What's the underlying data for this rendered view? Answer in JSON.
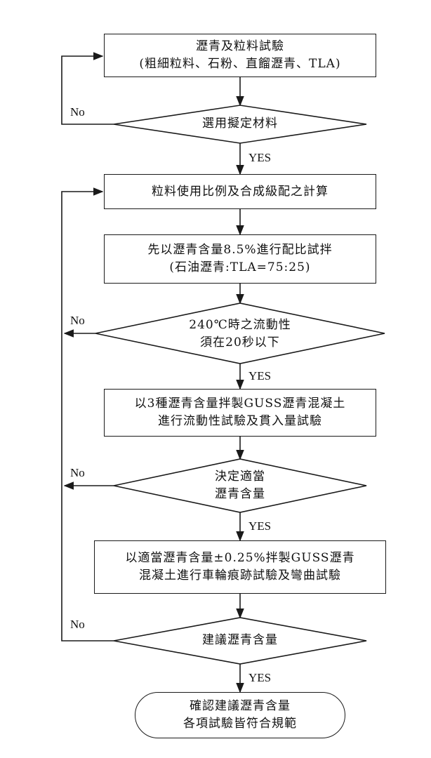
{
  "steps": {
    "test_materials": {
      "line1": "瀝青及粒料試驗",
      "line2": "(粗細粒料、石粉、直餾瀝青、TLA)"
    },
    "select_materials": {
      "line1": "選用擬定材料"
    },
    "aggregate_calc": {
      "line1": "粒料使用比例及合成級配之計算"
    },
    "trial_mix": {
      "line1": "先以瀝青含量8.5%進行配比試拌",
      "line2": "(石油瀝青:TLA=75:25)"
    },
    "fluidity_check": {
      "line1": "240℃時之流動性",
      "line2": "須在20秒以下"
    },
    "three_content_mix": {
      "line1": "以3種瀝青含量拌製GUSS瀝青混凝土",
      "line2": "進行流動性試驗及貫入量試驗"
    },
    "decide_content": {
      "line1": "決定適當",
      "line2": "瀝青含量"
    },
    "rut_bend_test": {
      "line1": "以適當瀝青含量±0.25%拌製GUSS瀝青",
      "line2": "混凝土進行車輪痕跡試驗及彎曲試驗"
    },
    "recommend_content": {
      "line1": "建議瀝青含量"
    },
    "final": {
      "line1": "確認建議瀝青含量",
      "line2": "各項試驗皆符合規範"
    }
  },
  "labels": {
    "yes": "YES",
    "no": "No"
  },
  "colors": {
    "stroke": "#1a1a1a",
    "fill": "#ffffff",
    "text": "#111111"
  }
}
